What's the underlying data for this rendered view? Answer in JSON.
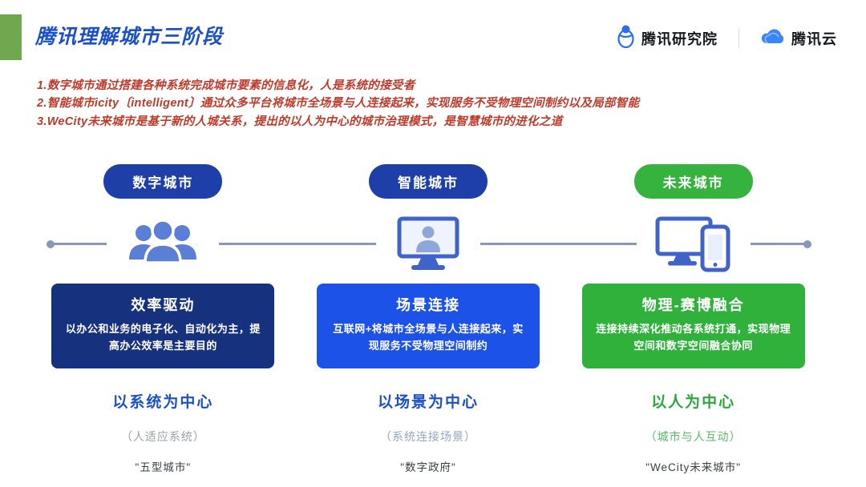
{
  "header": {
    "title": "腾讯理解城市三阶段",
    "logos": [
      {
        "label": "腾讯研究院",
        "icon": "penguin-icon"
      },
      {
        "label": "腾讯云",
        "icon": "cloud-icon"
      }
    ]
  },
  "intro_lines": [
    "1.数字城市通过搭建各种系统完成城市要素的信息化，人是系统的接受者",
    "2.智能城市icity〔intelligent〕通过众多平台将城市全场景与人连接起来，实现服务不受物理空间制约以及局部智能",
    "3.WeCity未来城市是基于新的人城关系，提出的以人为中心的城市治理模式，是智慧城市的进化之道"
  ],
  "columns": [
    {
      "badge": "数字城市",
      "icon": "people-group-icon",
      "card_title": "效率驱动",
      "card_body": "以办公和业务的电子化、自动化为主，提高办公效率是主要目的",
      "center_text": "以系统为中心",
      "sub_text": "（人适应系统）",
      "quote": "\"五型城市\""
    },
    {
      "badge": "智能城市",
      "icon": "monitor-user-icon",
      "card_title": "场景连接",
      "card_body": "互联网+将城市全场景与人连接起来，实现服务不受物理空间制约",
      "center_text": "以场景为中心",
      "sub_text": "（系统连接场景）",
      "quote": "\"数字政府\""
    },
    {
      "badge": "未来城市",
      "icon": "devices-icon",
      "card_title": "物理-赛博融合",
      "card_body": "连接持续深化推动各系统打通，实现物理空间和数字空间融合协同",
      "center_text": "以人为中心",
      "sub_text": "（城市与人互动）",
      "quote": "\"WeCity未来城市\""
    }
  ],
  "colors": {
    "accent_green": "#6FA84F",
    "title_blue": "#1C50C8",
    "intro_red": "#C03A2B",
    "badge_navy": "#1E3EA8",
    "badge_green": "#35B33E",
    "card_dark_navy": "#16327E",
    "card_blue": "#1D52E8",
    "card_green": "#2FB13C",
    "connector_gray_blue": "#8A97BB",
    "icon_blue": "#5B7FD6"
  }
}
